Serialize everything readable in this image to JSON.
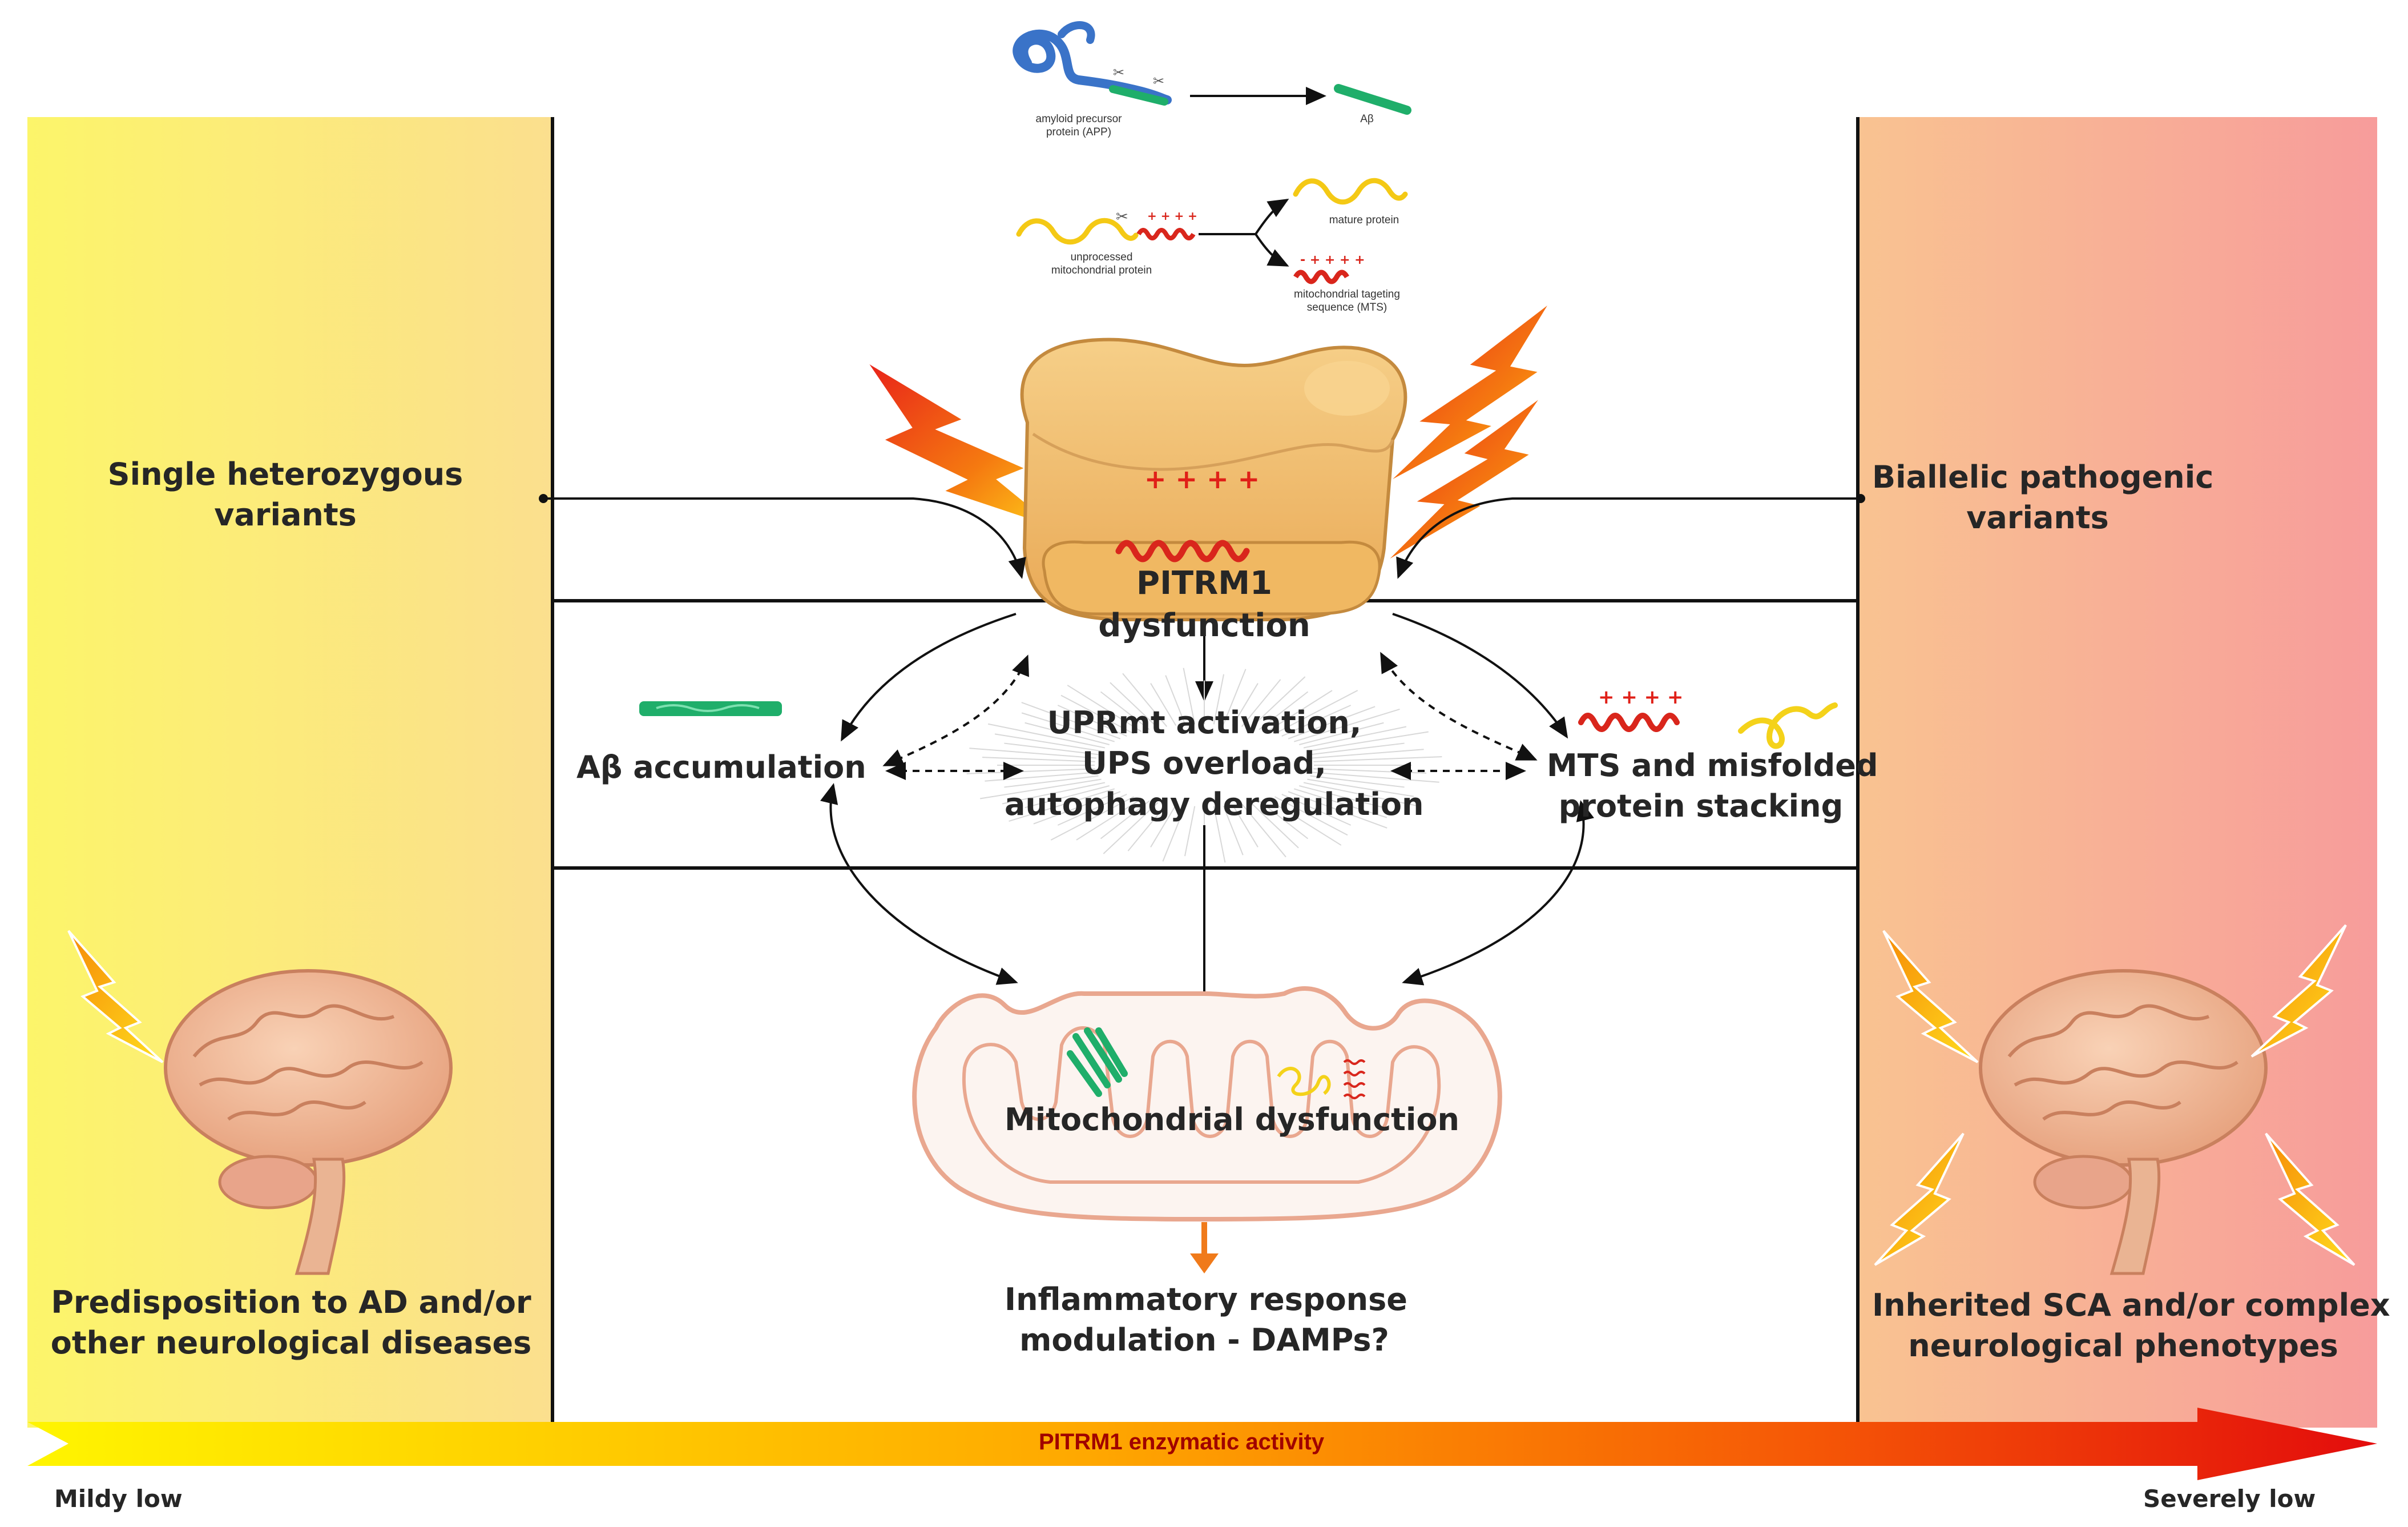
{
  "top_schematics": {
    "app_label": [
      "amyloid precursor",
      "protein (APP)"
    ],
    "abeta_label": "Aβ",
    "unprocessed_label": [
      "unprocessed",
      "mitochondrial protein"
    ],
    "mature_label": "mature protein",
    "mts_label": [
      "mitochondrial tageting",
      "sequence (MTS)"
    ],
    "charges": "+ + + +"
  },
  "left_panel": {
    "variants": [
      "Single heterozygous",
      "variants"
    ],
    "outcome": [
      "Predisposition to AD and/or",
      "other neurological diseases"
    ]
  },
  "right_panel": {
    "variants": [
      "Biallelic pathogenic",
      "variants"
    ],
    "outcome": [
      "Inherited SCA and/or complex",
      "neurological phenotypes"
    ]
  },
  "center": {
    "enzyme": [
      "PITRM1",
      "dysfunction"
    ],
    "enzyme_charges": "+ + + +",
    "abeta_accumulation": "Aβ accumulation",
    "stress": [
      "UPRmt activation,",
      "UPS overload,",
      "autophagy deregulation"
    ],
    "stacking": [
      "MTS and misfolded",
      "protein stacking"
    ],
    "stacking_charges": "+ + + +",
    "mito": "Mitochondrial dysfunction",
    "inflammation": [
      "Inflammatory response",
      "modulation - DAMPs?"
    ]
  },
  "axis": {
    "title": "PITRM1 enzymatic activity",
    "left_end": "Mildy low",
    "right_end": "Severely low"
  },
  "colors": {
    "left_panel_start": "#fcf26a",
    "left_panel_end": "#fbe08c",
    "right_panel_start": "#f9be90",
    "right_panel_end": "#f79e9a",
    "arrow_start": "#fff200",
    "arrow_end": "#e8120c",
    "enzyme_fill": "#f1bd69",
    "mts_red": "#d9261c",
    "abeta_green": "#1fae6a",
    "mito_outline": "#e9a78f"
  }
}
